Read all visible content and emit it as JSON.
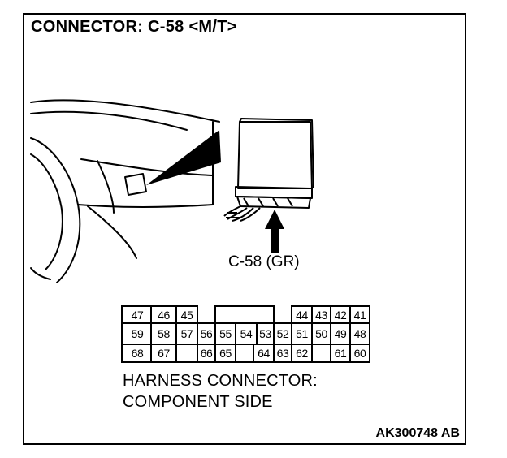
{
  "title": "CONNECTOR: C-58 <M/T>",
  "callout_label": "C-58 (GR)",
  "pins": {
    "row1": [
      "47",
      "46",
      "45",
      "44",
      "43",
      "42",
      "41"
    ],
    "row2": [
      "59",
      "58",
      "57",
      "56",
      "55",
      "54",
      "53",
      "52",
      "51",
      "50",
      "49",
      "48"
    ],
    "row3": [
      "68",
      "67",
      "66",
      "65",
      "64",
      "63",
      "62",
      "61",
      "60"
    ]
  },
  "caption": {
    "line1": "HARNESS CONNECTOR:",
    "line2": "COMPONENT SIDE"
  },
  "figure_code": "AK300748 AB"
}
